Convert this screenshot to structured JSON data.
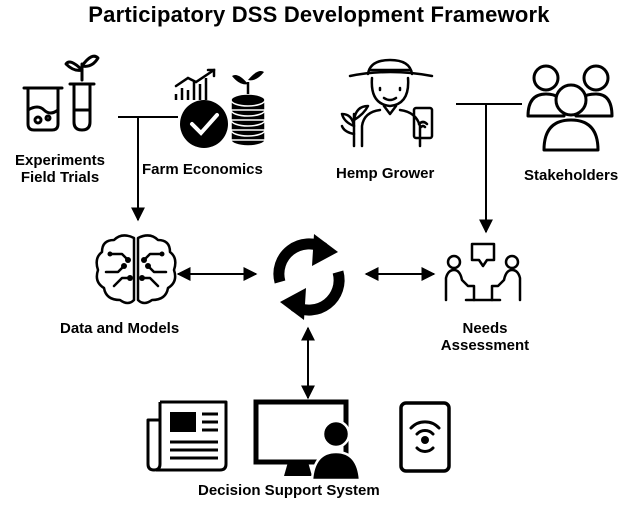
{
  "title": "Participatory DSS Development Framework",
  "labels": {
    "experiments_line1": "Experiments",
    "experiments_line2": "Field Trials",
    "farm_economics": "Farm Economics",
    "hemp_grower": "Hemp Grower",
    "stakeholders": "Stakeholders",
    "data_models": "Data and Models",
    "needs_line1": "Needs",
    "needs_line2": "Assessment",
    "dss": "Decision Support System"
  }
}
